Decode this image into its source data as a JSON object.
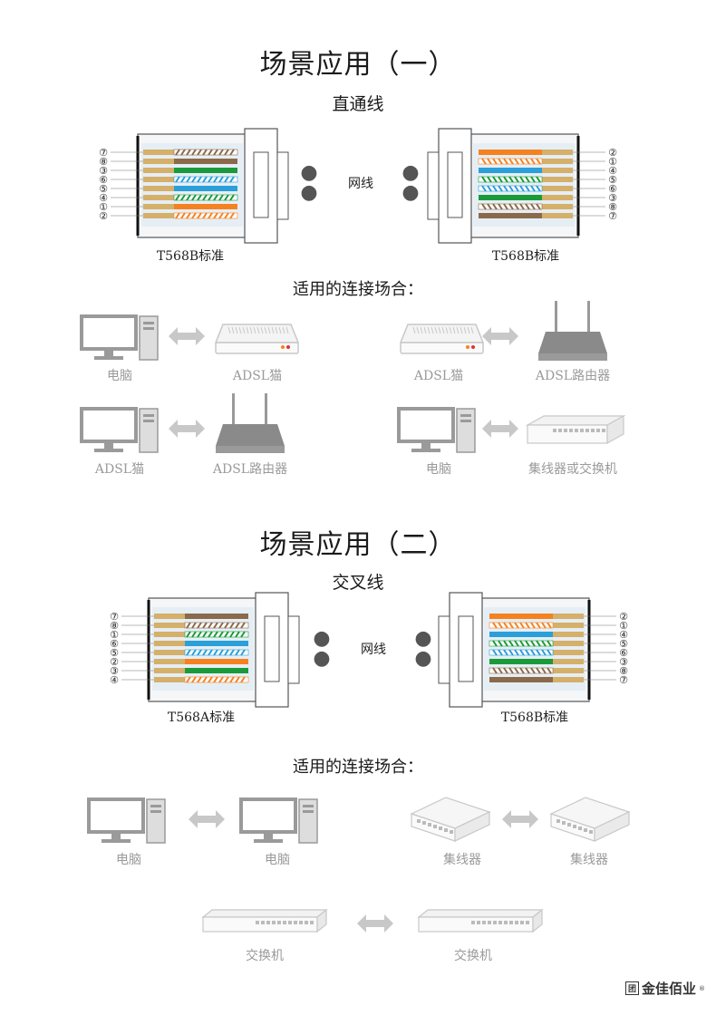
{
  "scene1": {
    "title": "场景应用（一）",
    "cable_type": "直通线",
    "cable_label": "网线",
    "left_standard": "T568B标准",
    "right_standard": "T568B标准",
    "left_pins": [
      "⑦",
      "⑧",
      "③",
      "⑥",
      "⑤",
      "④",
      "①",
      "②"
    ],
    "right_pins": [
      "②",
      "①",
      "④",
      "⑤",
      "⑥",
      "③",
      "⑧",
      "⑦"
    ],
    "connection_heading": "适用的连接场合：",
    "pairs": [
      {
        "left": "电脑",
        "right": "ADSL猫",
        "left_icon": "computer-icon",
        "right_icon": "modem-icon"
      },
      {
        "left": "ADSL猫",
        "right": "ADSL路由器",
        "left_icon": "modem-icon",
        "right_icon": "router-icon"
      },
      {
        "left": "ADSL猫",
        "right": "ADSL路由器",
        "left_icon": "computer-icon",
        "right_icon": "router-icon"
      },
      {
        "left": "电脑",
        "right": "集线器或交换机",
        "left_icon": "computer-icon",
        "right_icon": "switch-icon"
      }
    ]
  },
  "scene2": {
    "title": "场景应用（二）",
    "cable_type": "交叉线",
    "cable_label": "网线",
    "left_standard": "T568A标准",
    "right_standard": "T568B标准",
    "left_pins": [
      "⑦",
      "⑧",
      "①",
      "⑥",
      "⑤",
      "②",
      "③",
      "④"
    ],
    "right_pins": [
      "②",
      "①",
      "④",
      "⑤",
      "⑥",
      "③",
      "⑧",
      "⑦"
    ],
    "connection_heading": "适用的连接场合：",
    "pairs": [
      {
        "left": "电脑",
        "right": "电脑",
        "left_icon": "computer-icon",
        "right_icon": "computer-icon"
      },
      {
        "left": "集线器",
        "right": "集线器",
        "left_icon": "hub-icon",
        "right_icon": "hub-icon"
      },
      {
        "left": "交换机",
        "right": "交换机",
        "left_icon": "switch-icon",
        "right_icon": "switch-icon"
      }
    ]
  },
  "wire_colors": {
    "orange": "#f58220",
    "green": "#1a9a3a",
    "blue": "#2a9fd8",
    "brown": "#8a6a4a",
    "gold": "#d4b06a"
  },
  "brand": {
    "logo_mark": "团",
    "name": "金佳佰业",
    "reg": "®"
  }
}
